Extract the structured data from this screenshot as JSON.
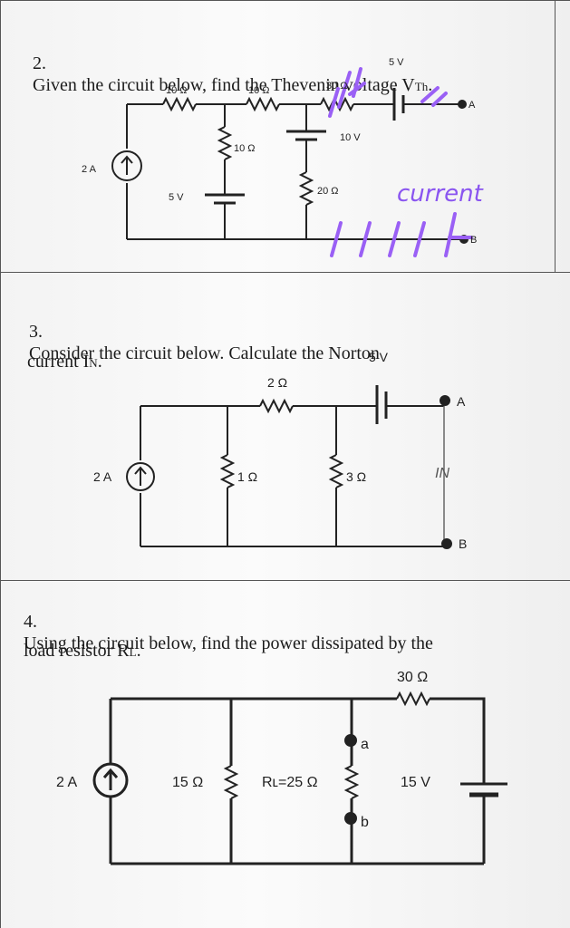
{
  "questions": [
    {
      "number": "2.",
      "text": "Given the circuit below, find the Thevenin voltage V",
      "subscript": "Th",
      "end": ".",
      "labels": {
        "r1": "10 Ω",
        "r2": "10 Ω",
        "r3": "30 Ω",
        "r_mid": "10 Ω",
        "r_right": "20 Ω",
        "src_top": "5 V",
        "src_mid": "10 V",
        "src_left": "5 V",
        "current_src": "2 A",
        "node_a": "A",
        "node_b": "B"
      },
      "annotation": "current"
    },
    {
      "number": "3.",
      "text_line1": "Consider the circuit below. Calculate the Norton",
      "text_line2": "current I",
      "subscript": "N",
      "end": ".",
      "labels": {
        "src_top": "5 V",
        "r_top": "2 Ω",
        "r_left": "1 Ω",
        "r_right": "3 Ω",
        "current_src": "2 A",
        "node_a": "A",
        "node_b": "B",
        "handwritten": "IN"
      }
    },
    {
      "number": "4.",
      "text_line1": "Using the circuit below, find the power dissipated by the",
      "text_line2": "load resistor R",
      "subscript": "L",
      "end": ".",
      "labels": {
        "r_top": "30 Ω",
        "r_left": "15 Ω",
        "r_load": "Rʟ=25 Ω",
        "src_v": "15 V",
        "current_src": "2 A",
        "node_a": "a",
        "node_b": "b"
      }
    }
  ],
  "colors": {
    "ink": "#1f1f1f",
    "handwriting": "#8a55f0",
    "paper": "#f6f6f6"
  }
}
